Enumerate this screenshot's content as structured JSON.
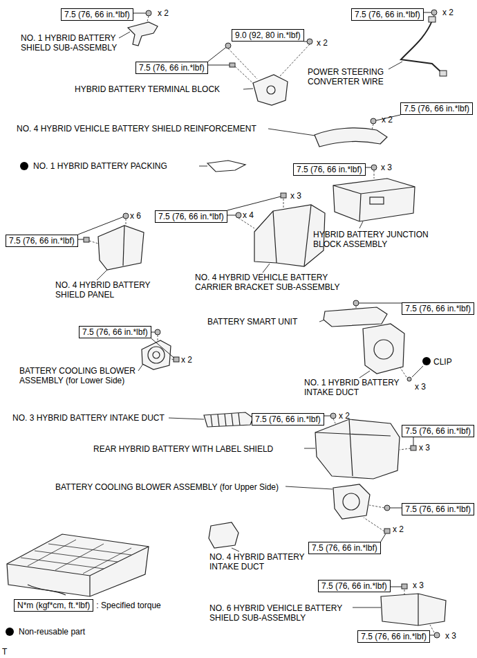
{
  "diagram": {
    "nodes": [
      {
        "text": [
          "7.5 (76, 66 in.*lbf)"
        ]
      },
      {
        "text": [
          "7.5 (76, 66 in.*lbf)"
        ]
      },
      {
        "text": [
          "7.5 (76, 66 in.*lbf)"
        ]
      },
      {
        "text": [
          "9.0 (92, 80 in.*lbf)"
        ]
      },
      {
        "text": [
          "7.5 (76, 66 in.*lbf)"
        ]
      },
      {
        "text": [
          "7.5 (76, 66 in.*lbf)"
        ]
      },
      {
        "text": [
          "7.5 (76, 66 in.*lbf)"
        ]
      },
      {
        "text": [
          "7.5 (76, 66 in.*lbf)"
        ]
      },
      {
        "text": [
          "7.5 (76, 66 in.*lbf)"
        ]
      },
      {
        "text": [
          "7.5 (76, 66 in.*lbf)"
        ]
      },
      {
        "text": [
          "7.5 (76, 66 in.*lbf)"
        ]
      },
      {
        "text": [
          "7.5 (76, 66 in.*lbf)"
        ]
      },
      {
        "text": [
          "7.5 (76, 66 in.*lbf)"
        ]
      },
      {
        "text": [
          "7.5 (76, 66 in.*lbf)"
        ]
      },
      {
        "text": [
          "7.5 (76, 66 in.*lbf)"
        ]
      },
      {
        "text": [
          "7.5 (76, 66 in.*lbf)"
        ]
      },
      {
        "text": [
          "N*m (kgf*cm, ft.*lbf)"
        ]
      }
    ],
    "labels": [
      "x 2",
      "NO. 1 HYBRID BATTERY SHIELD SUB-ASSEMBLY",
      "x 2",
      "x 2",
      "POWER STEERING CONVERTER WIRE",
      "HYBRID BATTERY TERMINAL BLOCK",
      "x 2",
      "NO. 4 HYBRID VEHICLE BATTERY SHIELD REINFORCEMENT",
      "NO. 1 HYBRID BATTERY PACKING",
      "x 3",
      "x 3",
      "x 6",
      "x 4",
      "HYBRID BATTERY JUNCTION BLOCK ASSEMBLY",
      "NO. 4 HYBRID BATTERY SHIELD PANEL",
      "NO. 4 HYBRID VEHICLE BATTERY CARRIER BRACKET SUB-ASSEMBLY",
      "BATTERY SMART UNIT",
      "CLIP",
      "x 2",
      "BATTERY COOLING BLOWER ASSEMBLY (for Lower Side)",
      "NO. 1 HYBRID BATTERY INTAKE DUCT",
      "x 3",
      "NO. 3 HYBRID BATTERY INTAKE DUCT",
      "x 2",
      "REAR HYBRID BATTERY WITH LABEL SHIELD",
      "x 3",
      "BATTERY COOLING BLOWER ASSEMBLY (for Upper Side)",
      "x 2",
      "NO. 4 HYBRID BATTERY INTAKE DUCT",
      "x 3",
      "NO. 6 HYBRID VEHICLE BATTERY SHIELD SUB-ASSEMBLY",
      "x 3",
      "T"
    ],
    "legend": [
      {
        "text": ": Specified torque"
      },
      {
        "text": "Non-reusable part",
        "color": "#000000"
      }
    ]
  }
}
